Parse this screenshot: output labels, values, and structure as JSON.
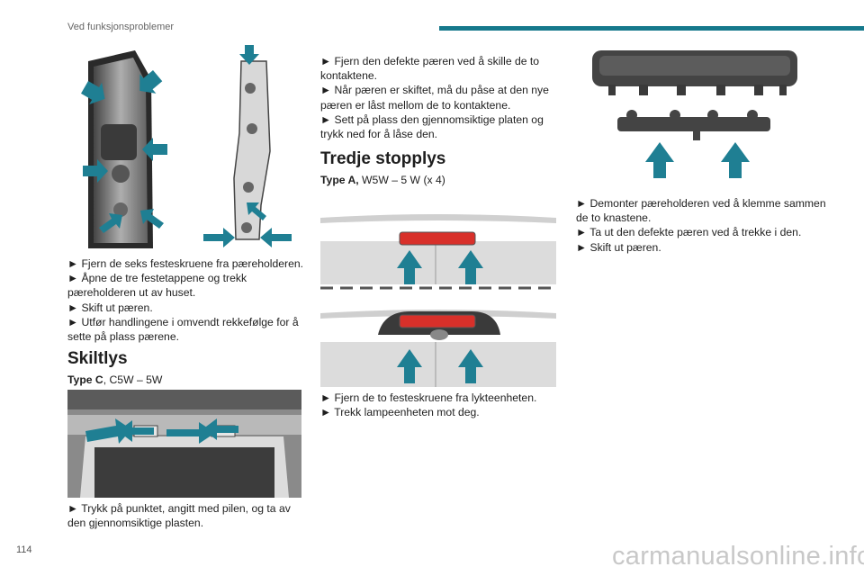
{
  "header": {
    "title": "Ved funksjonsproblemer"
  },
  "col1": {
    "steps": [
      "► Fjern de seks festeskruene fra pæreholderen.",
      "► Åpne de tre festetappene og trekk pæreholderen ut av huset.",
      "► Skift ut pæren.",
      "► Utfør handlingene i omvendt rekkefølge for å sette på plass pærene."
    ],
    "section_title": "Skiltlys",
    "type_bold": "Type C",
    "type_rest": ", C5W – 5W",
    "steps2": [
      "► Trykk på punktet, angitt med pilen, og ta av den gjennomsiktige plasten."
    ]
  },
  "col2": {
    "steps": [
      "► Fjern den defekte pæren ved å skille de to kontaktene.",
      "► Når pæren er skiftet, må du påse at den nye pæren er låst mellom de to kontaktene.",
      "► Sett på plass den gjennomsiktige platen og trykk ned for å låse den."
    ],
    "section_title": "Tredje stopplys",
    "type_bold": "Type A,",
    "type_rest": " W5W – 5 W (x 4)",
    "steps2": [
      "► Fjern de to festeskruene fra lykteenheten.",
      "► Trekk lampeenheten mot deg."
    ]
  },
  "col3": {
    "steps": [
      "► Demonter pæreholderen ved å klemme sammen de to knastene.",
      "► Ta ut den defekte pæren ved å trekke i den.",
      "► Skift ut pæren."
    ]
  },
  "footer": {
    "page_number": "114",
    "watermark": "carmanualsonline.info"
  },
  "colors": {
    "accent": "#16798c",
    "arrow": "#1f7f93",
    "brake_light": "#d8302a"
  }
}
